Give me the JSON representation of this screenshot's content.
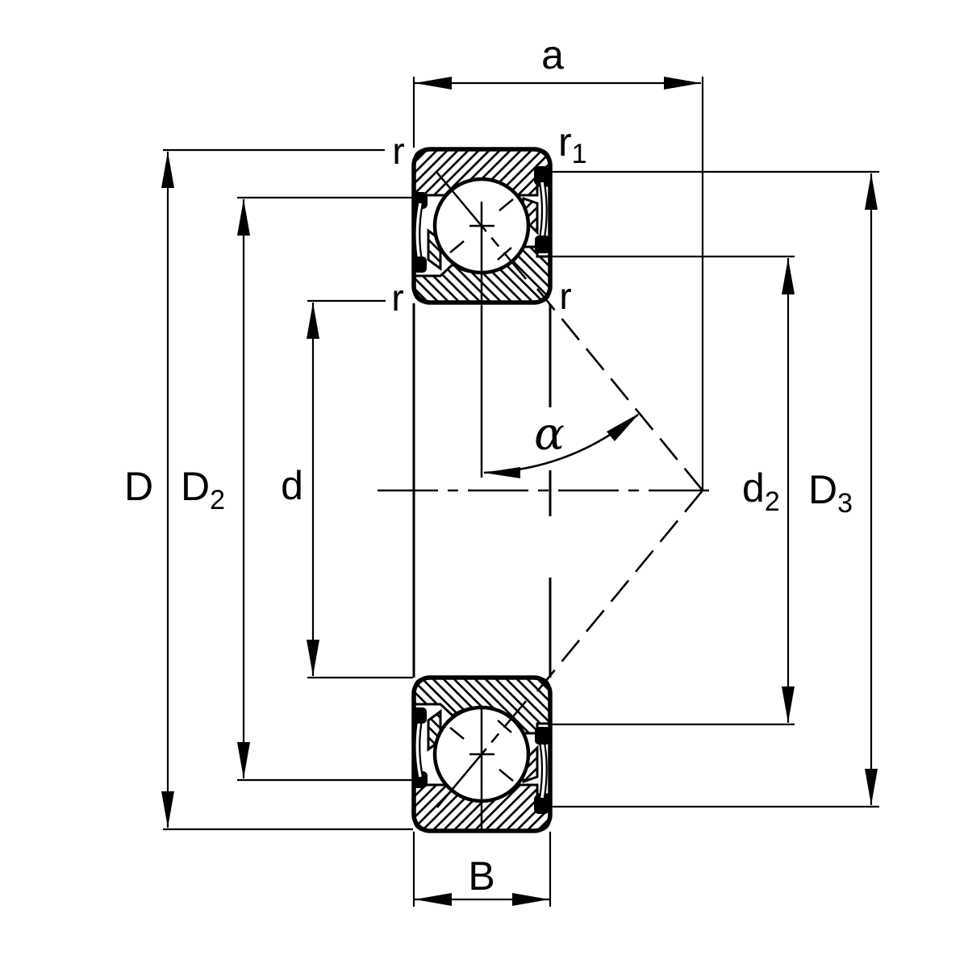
{
  "colors": {
    "ink": "#000000",
    "paper": "#ffffff"
  },
  "labels": {
    "a": "a",
    "r_top_left": "r",
    "r1_base": "r",
    "r1_sub": "1",
    "r_mid_left": "r",
    "r_mid_right": "r",
    "D": "D",
    "D2_base": "D",
    "D2_sub": "2",
    "d": "d",
    "alpha": "α",
    "d2_base": "d",
    "d2_sub": "2",
    "D3_base": "D",
    "D3_sub": "3",
    "B": "B"
  }
}
